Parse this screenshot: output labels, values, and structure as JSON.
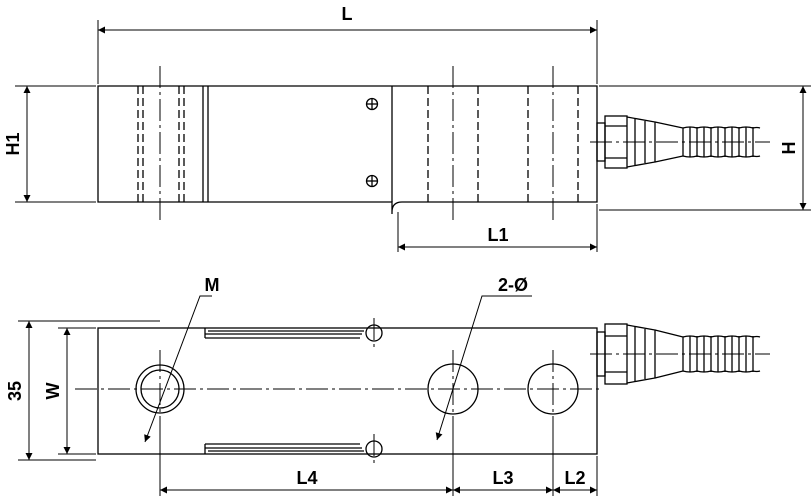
{
  "labels": {
    "L": "L",
    "H1": "H1",
    "H": "H",
    "L1": "L1",
    "M": "M",
    "hole": "2-Ø",
    "dim35": "35",
    "W": "W",
    "L4": "L4",
    "L3": "L3",
    "L2": "L2"
  },
  "colors": {
    "line": "#000000",
    "background": "#ffffff"
  }
}
